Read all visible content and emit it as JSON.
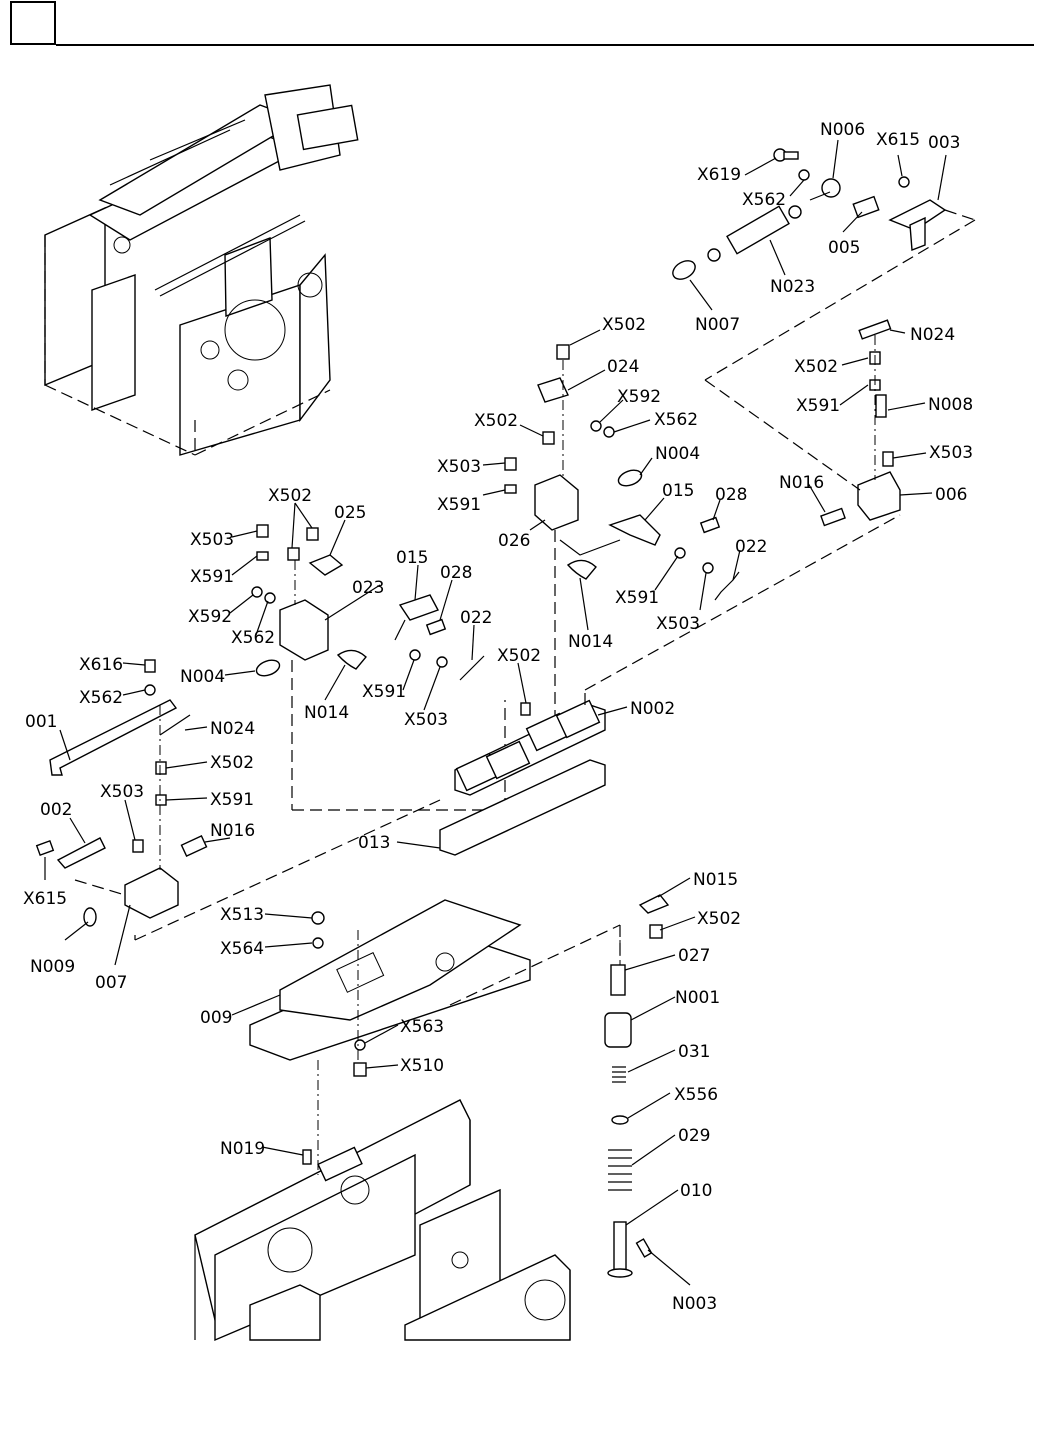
{
  "header": {
    "page_box": ""
  },
  "labels": [
    {
      "id": "N006",
      "text": "N006"
    },
    {
      "id": "X615a",
      "text": "X615"
    },
    {
      "id": "003",
      "text": "003"
    },
    {
      "id": "X619",
      "text": "X619"
    },
    {
      "id": "X562a",
      "text": "X562"
    },
    {
      "id": "005",
      "text": "005"
    },
    {
      "id": "N023",
      "text": "N023"
    },
    {
      "id": "N007",
      "text": "N007"
    },
    {
      "id": "X502a",
      "text": "X502"
    },
    {
      "id": "024",
      "text": "024"
    },
    {
      "id": "N024a",
      "text": "N024"
    },
    {
      "id": "X592a",
      "text": "X592"
    },
    {
      "id": "X502b",
      "text": "X502"
    },
    {
      "id": "X562b",
      "text": "X562"
    },
    {
      "id": "X502c",
      "text": "X502"
    },
    {
      "id": "X591a",
      "text": "X591"
    },
    {
      "id": "N008",
      "text": "N008"
    },
    {
      "id": "N004a",
      "text": "N004"
    },
    {
      "id": "X503a",
      "text": "X503"
    },
    {
      "id": "X503b",
      "text": "X503"
    },
    {
      "id": "X591b",
      "text": "X591"
    },
    {
      "id": "015a",
      "text": "015"
    },
    {
      "id": "028a",
      "text": "028"
    },
    {
      "id": "N016a",
      "text": "N016"
    },
    {
      "id": "006",
      "text": "006"
    },
    {
      "id": "026",
      "text": "026"
    },
    {
      "id": "022a",
      "text": "022"
    },
    {
      "id": "X591c",
      "text": "X591"
    },
    {
      "id": "N014a",
      "text": "N014"
    },
    {
      "id": "X503c",
      "text": "X503"
    },
    {
      "id": "X502d",
      "text": "X502"
    },
    {
      "id": "025",
      "text": "025"
    },
    {
      "id": "X503d",
      "text": "X503"
    },
    {
      "id": "X591d",
      "text": "X591"
    },
    {
      "id": "015b",
      "text": "015"
    },
    {
      "id": "028b",
      "text": "028"
    },
    {
      "id": "023",
      "text": "023"
    },
    {
      "id": "X592b",
      "text": "X592"
    },
    {
      "id": "X562c",
      "text": "X562"
    },
    {
      "id": "022b",
      "text": "022"
    },
    {
      "id": "N004b",
      "text": "N004"
    },
    {
      "id": "N014b",
      "text": "N014"
    },
    {
      "id": "X591e",
      "text": "X591"
    },
    {
      "id": "X503e",
      "text": "X503"
    },
    {
      "id": "X502e",
      "text": "X502"
    },
    {
      "id": "N002",
      "text": "N002"
    },
    {
      "id": "X616",
      "text": "X616"
    },
    {
      "id": "X562d",
      "text": "X562"
    },
    {
      "id": "001",
      "text": "001"
    },
    {
      "id": "N024b",
      "text": "N024"
    },
    {
      "id": "X502f",
      "text": "X502"
    },
    {
      "id": "X503f",
      "text": "X503"
    },
    {
      "id": "X591f",
      "text": "X591"
    },
    {
      "id": "002",
      "text": "002"
    },
    {
      "id": "N016b",
      "text": "N016"
    },
    {
      "id": "013",
      "text": "013"
    },
    {
      "id": "X615b",
      "text": "X615"
    },
    {
      "id": "N009",
      "text": "N009"
    },
    {
      "id": "007",
      "text": "007"
    },
    {
      "id": "N015",
      "text": "N015"
    },
    {
      "id": "X513",
      "text": "X513"
    },
    {
      "id": "X502g",
      "text": "X502"
    },
    {
      "id": "X564",
      "text": "X564"
    },
    {
      "id": "027",
      "text": "027"
    },
    {
      "id": "N001",
      "text": "N001"
    },
    {
      "id": "009",
      "text": "009"
    },
    {
      "id": "X563",
      "text": "X563"
    },
    {
      "id": "X510",
      "text": "X510"
    },
    {
      "id": "031",
      "text": "031"
    },
    {
      "id": "X556",
      "text": "X556"
    },
    {
      "id": "N019",
      "text": "N019"
    },
    {
      "id": "029",
      "text": "029"
    },
    {
      "id": "010",
      "text": "010"
    },
    {
      "id": "N003",
      "text": "N003"
    }
  ]
}
